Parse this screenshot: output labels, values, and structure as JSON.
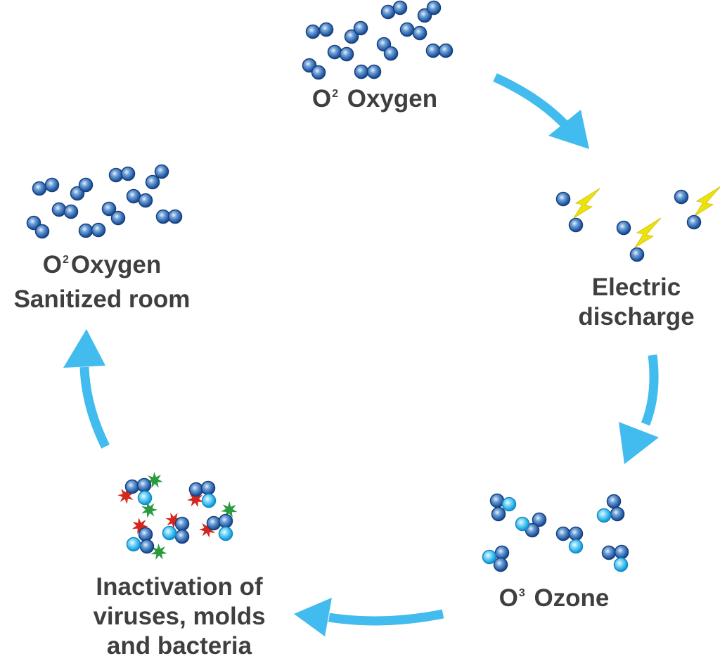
{
  "colors": {
    "arrow": "#42bbee",
    "text": "#3f3f3f",
    "oxygen_atom": "#1f5fa8",
    "ozone_atom": "#2cb6ee",
    "spark": "#ede20c",
    "virus_red": "#d4261c",
    "virus_green": "#2a9a3c"
  },
  "stages": [
    {
      "id": "oxygen-top",
      "formula": "O",
      "subscript": "2",
      "lines": [
        "Oxygen"
      ]
    },
    {
      "id": "electric-discharge",
      "lines": [
        "Electric",
        "discharge"
      ]
    },
    {
      "id": "ozone",
      "formula": "O",
      "subscript": "3",
      "lines": [
        "Ozone"
      ]
    },
    {
      "id": "inactivation",
      "lines": [
        "Inactivation of",
        "viruses, molds",
        "and bacteria"
      ]
    },
    {
      "id": "sanitized",
      "formula": "O",
      "subscript": "2",
      "lines": [
        "Oxygen",
        "Sanitized room"
      ]
    }
  ],
  "icons": {
    "oxygen_molecule": "o2-molecule-icon",
    "oxygen_atom": "oxygen-atom-icon",
    "spark": "lightning-icon",
    "ozone_molecule": "o3-molecule-icon",
    "virus": "virus-icon",
    "arrow": "cycle-arrow-icon"
  }
}
